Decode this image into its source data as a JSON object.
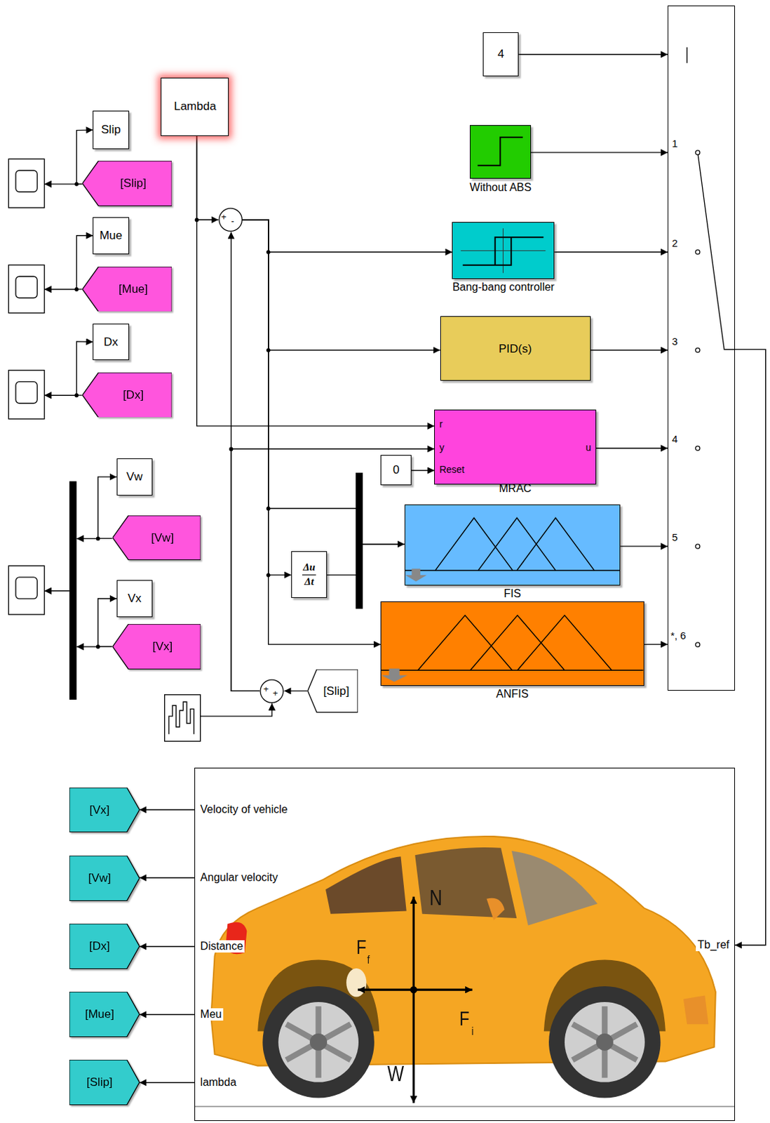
{
  "diagram": {
    "nodes": [
      {
        "text": [
          "4"
        ]
      },
      {
        "text": [
          "Lambda"
        ]
      },
      {
        "text": [
          "Slip"
        ]
      },
      {
        "text": [
          "[Slip]"
        ]
      },
      {
        "text": [
          "Mue"
        ]
      },
      {
        "text": [
          "[Mue]"
        ]
      },
      {
        "text": [
          "Dx"
        ]
      },
      {
        "text": [
          "[Dx]"
        ]
      },
      {
        "text": [
          "Vw"
        ]
      },
      {
        "text": [
          "[Vw]"
        ]
      },
      {
        "text": [
          "Vx"
        ]
      },
      {
        "text": [
          "[Vx]"
        ]
      },
      {
        "text": [
          "+",
          "-"
        ]
      },
      {
        "text": [
          "Without ABS"
        ]
      },
      {
        "text": [
          "Bang-bang controller"
        ]
      },
      {
        "text": [
          "PID(s)"
        ]
      },
      {
        "text": [
          "r",
          "y",
          "Reset",
          "u",
          "MRAC"
        ]
      },
      {
        "text": [
          "0"
        ]
      },
      {
        "text": [
          "Δu",
          "Δt"
        ]
      },
      {
        "text": [
          "FIS"
        ]
      },
      {
        "text": [
          "ANFIS"
        ]
      },
      {
        "text": [
          "+",
          "+"
        ]
      },
      {
        "text": [
          "[Slip]"
        ]
      },
      {
        "text": [
          "1",
          "2",
          "3",
          "4",
          "5",
          "*, 6"
        ]
      },
      {
        "text": [
          "Velocity of vehicle",
          "Angular velocity",
          "Distance",
          "Meu",
          "lambda",
          "Tb_ref"
        ]
      },
      {
        "text": [
          "[Vx]"
        ]
      },
      {
        "text": [
          "[Vw]"
        ]
      },
      {
        "text": [
          "[Dx]"
        ]
      },
      {
        "text": [
          "[Mue]"
        ]
      },
      {
        "text": [
          "[Slip]"
        ]
      }
    ],
    "edges": [
      {
        "from": 1,
        "to": 12,
        "arrow": "to"
      },
      {
        "from": 1,
        "to": 16,
        "arrow": "to"
      },
      {
        "from": 3,
        "to": 2,
        "arrow": "to"
      },
      {
        "from": 5,
        "to": 4,
        "arrow": "to"
      },
      {
        "from": 7,
        "to": 6,
        "arrow": "to"
      },
      {
        "from": 9,
        "to": 8,
        "arrow": "to"
      },
      {
        "from": 11,
        "to": 10,
        "arrow": "to"
      },
      {
        "from": 12,
        "to": 14,
        "arrow": "to"
      },
      {
        "from": 12,
        "to": 15,
        "arrow": "to"
      },
      {
        "from": 12,
        "to": 19,
        "arrow": "to"
      },
      {
        "from": 12,
        "to": 18,
        "arrow": "to"
      },
      {
        "from": 12,
        "to": 20,
        "arrow": "to"
      },
      {
        "from": 18,
        "to": 19,
        "arrow": "to"
      },
      {
        "from": 21,
        "to": 12,
        "arrow": "to"
      },
      {
        "from": 21,
        "to": 16,
        "arrow": "to"
      },
      {
        "from": 22,
        "to": 21,
        "arrow": "to"
      },
      {
        "from": 17,
        "to": 16,
        "arrow": "to"
      },
      {
        "from": 0,
        "to": 23,
        "arrow": "to"
      },
      {
        "from": 13,
        "to": 23,
        "arrow": "to"
      },
      {
        "from": 14,
        "to": 23,
        "arrow": "to"
      },
      {
        "from": 15,
        "to": 23,
        "arrow": "to"
      },
      {
        "from": 16,
        "to": 23,
        "arrow": "to"
      },
      {
        "from": 19,
        "to": 23,
        "arrow": "to"
      },
      {
        "from": 20,
        "to": 23,
        "arrow": "to"
      },
      {
        "from": 23,
        "to": 24,
        "arrow": "to"
      },
      {
        "from": 24,
        "to": 25,
        "arrow": "to"
      },
      {
        "from": 24,
        "to": 26,
        "arrow": "to"
      },
      {
        "from": 24,
        "to": 27,
        "arrow": "to"
      },
      {
        "from": 24,
        "to": 28,
        "arrow": "to"
      },
      {
        "from": 24,
        "to": 29,
        "arrow": "to"
      }
    ],
    "labels": [
      "N",
      "W",
      "F",
      "f",
      "F",
      "i"
    ]
  }
}
